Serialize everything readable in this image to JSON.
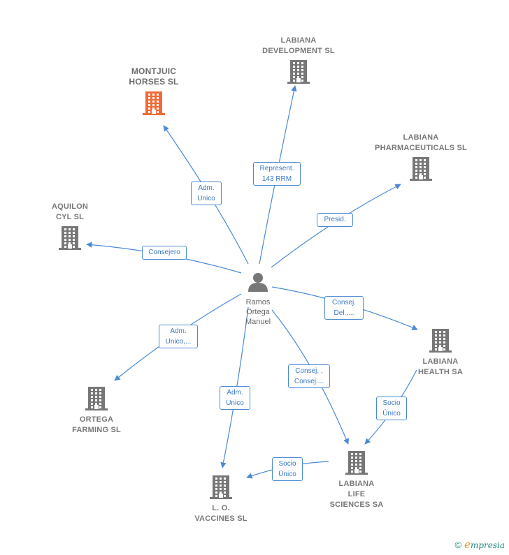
{
  "colors": {
    "edge": "#4a8ad4",
    "building": "#777777",
    "highlight_building": "#f26a35",
    "person": "#777777"
  },
  "center": {
    "name_lines": [
      "Ramos",
      "Ortega",
      "Manuel"
    ],
    "icon": "person-icon"
  },
  "companies": [
    {
      "id": "montjuic",
      "lines": [
        "MONTJUIC",
        "HORSES  SL"
      ],
      "highlight": true
    },
    {
      "id": "labiana-dev",
      "lines": [
        "LABIANA",
        "DEVELOPMENT SL"
      ],
      "highlight": false
    },
    {
      "id": "labiana-pharma",
      "lines": [
        "LABIANA",
        "PHARMACEUTICALS SL"
      ],
      "highlight": false
    },
    {
      "id": "aquilon",
      "lines": [
        "AQUILON",
        "CYL SL"
      ],
      "highlight": false
    },
    {
      "id": "labiana-health",
      "lines": [
        "LABIANA",
        "HEALTH SA"
      ],
      "highlight": false
    },
    {
      "id": "ortega-farming",
      "lines": [
        "ORTEGA",
        "FARMING  SL"
      ],
      "highlight": false
    },
    {
      "id": "lo-vaccines",
      "lines": [
        "L. O.",
        "VACCINES  SL"
      ],
      "highlight": false
    },
    {
      "id": "labiana-life",
      "lines": [
        "LABIANA",
        "LIFE",
        "SCIENCES SA"
      ],
      "highlight": false
    }
  ],
  "edges": [
    {
      "id": "to-montjuic",
      "lines": [
        "Adm.",
        "Unico"
      ]
    },
    {
      "id": "to-labiana-dev",
      "lines": [
        "Represent.",
        "143 RRM"
      ]
    },
    {
      "id": "to-labiana-pharma",
      "lines": [
        "Presid."
      ]
    },
    {
      "id": "to-aquilon",
      "lines": [
        "Consejero"
      ]
    },
    {
      "id": "to-labiana-health",
      "lines": [
        "Consej.",
        "Del.,..."
      ]
    },
    {
      "id": "to-ortega-farming",
      "lines": [
        "Adm.",
        "Unico,..."
      ]
    },
    {
      "id": "to-lo-vaccines",
      "lines": [
        "Adm.",
        "Unico"
      ]
    },
    {
      "id": "to-labiana-life",
      "lines": [
        "Consej. ,",
        "Consej...."
      ]
    },
    {
      "id": "health-to-life",
      "lines": [
        "Socio",
        "Único"
      ]
    },
    {
      "id": "life-to-vaccines",
      "lines": [
        "Socio",
        "Único"
      ]
    }
  ],
  "footer": {
    "copyright": "©",
    "brand_initial": "e",
    "brand_rest": "mpresia"
  }
}
